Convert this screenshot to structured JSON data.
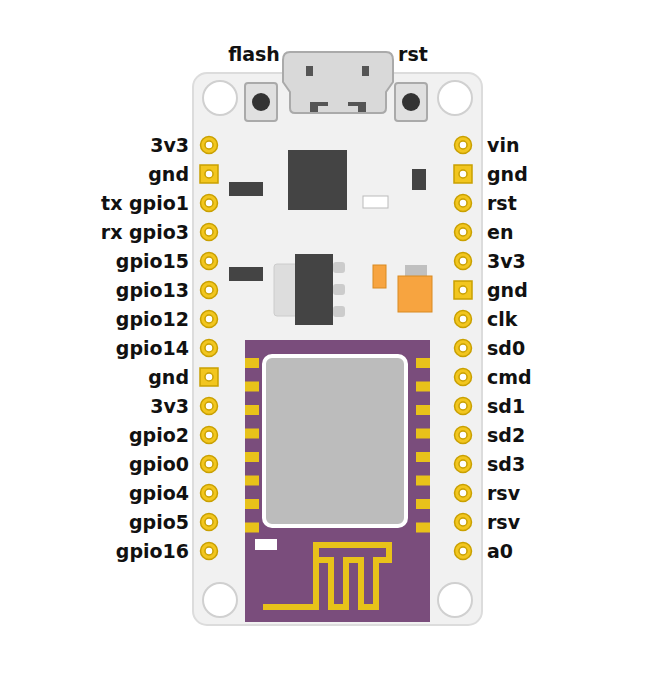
{
  "diagram": {
    "labels": [
      "flash",
      "rst",
      "3v3",
      "gnd",
      "tx gpio1",
      "rx gpio3",
      "gpio15",
      "gpio13",
      "gpio12",
      "gpio14",
      "gnd",
      "3v3",
      "gpio2",
      "gpio0",
      "gpio4",
      "gpio5",
      "gpio16",
      "vin",
      "gnd",
      "rst",
      "en",
      "3v3",
      "gnd",
      "clk",
      "sd0",
      "cmd",
      "sd1",
      "sd2",
      "sd3",
      "rsv",
      "rsv",
      "a0"
    ]
  }
}
